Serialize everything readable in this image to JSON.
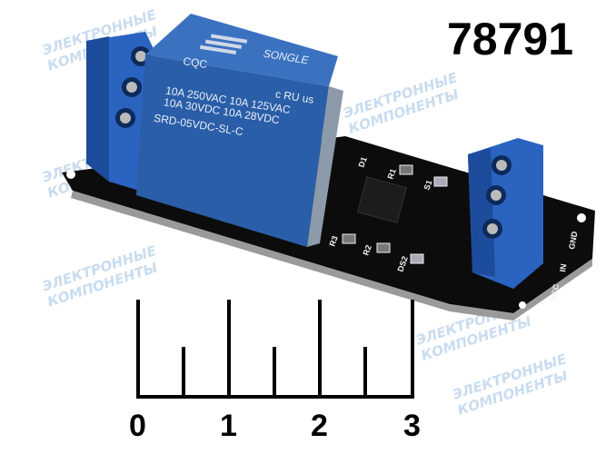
{
  "product_code": "78791",
  "watermark": {
    "line1": "ЭЛЕКТРОННЫЕ",
    "line2": "КОМПОНЕНТЫ"
  },
  "relay": {
    "brand": "SONGLE",
    "cert1": "CQC",
    "cert2": "c RU us",
    "rating_line1": "10A 250VAC  10A 125VAC",
    "rating_line2": "10A  30VDC  10A  28VDC",
    "model": "SRD-05VDC-SL-C"
  },
  "pcb_labels": {
    "d1": "D1",
    "r1": "R1",
    "s1": "S1",
    "r3": "R3",
    "r2": "R2",
    "ds2": "DS2",
    "vcc": "VCC",
    "in": "IN",
    "gnd": "GND"
  },
  "ruler": {
    "labels": [
      "0",
      "1",
      "2",
      "3"
    ]
  },
  "colors": {
    "relay_blue": "#2a5ea8",
    "terminal_blue": "#2a63c0",
    "pcb_black": "#111111"
  }
}
